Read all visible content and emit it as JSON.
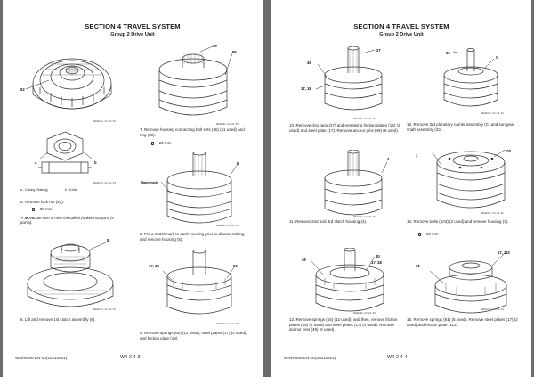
{
  "header": {
    "section": "SECTION 4 TRAVEL SYSTEM",
    "group": "Group 2 Drive Unit"
  },
  "left": {
    "fig1": {
      "code": "W9AWIEC-04-02-52",
      "callouts": [
        "52"
      ]
    },
    "fig2": {
      "code": "W9AWIEC-04-02-53",
      "callouts": [
        "a",
        "b"
      ]
    },
    "legend": {
      "a": "a -",
      "a_text": "Calking (Staking)",
      "b": "b -",
      "b_text": "Collar"
    },
    "step5": {
      "text": "5.  Remove lock nut (52).",
      "tool": "· 80 mm"
    },
    "note": {
      "label": "NOTE:",
      "text": "Be sure to raise the calked (staked) nut parts (4 points)."
    },
    "fig3": {
      "code": "W9AWIEC-04-02-54",
      "callouts": [
        "8"
      ]
    },
    "step6": {
      "text": "6.  Lift and remove 1st clutch assembly (8)."
    },
    "fig4": {
      "code": "W9AWIEC-04-02-55",
      "callouts": [
        "89",
        "86"
      ]
    },
    "step7": {
      "text": "7.  Remove housing connecting bolt sets (86) (11 used) and ring (89).",
      "tool": "· 22 mm"
    },
    "fig5": {
      "code": "W9AWIEC-04-02-56",
      "callouts": [
        "5",
        "Matchmark"
      ]
    },
    "step8": {
      "text": "8.  Put a matchmark to each housing prior to disassembling, and remove housing (5)."
    },
    "fig6": {
      "code": "W9AWIEC-04-02-57",
      "callouts": [
        "17, 18",
        "60"
      ]
    },
    "step9": {
      "text": "9.  Remove springs (60) (12 used), steel plates (17) (2 used), and friction plate (18)."
    },
    "footer": {
      "left": "WNHW90-EN-00(20210401)",
      "center": "W4-2-4-3"
    }
  },
  "right": {
    "fig1": {
      "code": "W9AWIEC-04-02-58",
      "callouts": [
        "27",
        "49",
        "17, 18"
      ]
    },
    "step10": {
      "text": "10.  Remove ring gear (27) and remaining friction plates (18) (2 used) and steel plate (17). Remove anchor pins (49) (6 used)."
    },
    "fig2": {
      "code": "W9AWIEC-04-02-59",
      "callouts": [
        "4"
      ]
    },
    "step11": {
      "text": "11.  Remove 2nd and 3rd clutch housing (4)."
    },
    "fig3": {
      "code": "W9AWIEC-04-02-60",
      "callouts": [
        "49",
        "40",
        "17, 18"
      ]
    },
    "step12": {
      "text": "12.  Remove springs (16) (12 used), and then, remove friction plates (18) (2 used) and steel plates (17) (4 used). Remove anchor pins (49) (6 used)."
    },
    "fig4": {
      "code": "W9AWIEC-04-02-61",
      "callouts": [
        "33",
        "C"
      ]
    },
    "step13": {
      "text": "13.  Remove 3rd planetary carrier assembly (C) and sun gear shaft assembly (33)."
    },
    "fig5": {
      "code": "W9AWIEC-04-02-62",
      "callouts": [
        "3",
        "103"
      ]
    },
    "step14": {
      "text": "14.  Remove bolts (103) (2 used) and remove housing (3).",
      "tool": "· 19 mm"
    },
    "fig6": {
      "code": "W9AWIEC-04-02-63",
      "callouts": [
        "61",
        "17, 113"
      ]
    },
    "step15": {
      "text": "15.  Remove springs (61) (6 used). Remove steel plates (17) (2 used) and friction plate (112)."
    },
    "footer": {
      "left": "WNHW90-EN-00(20210401)",
      "center": "W4-2-4-4"
    }
  }
}
